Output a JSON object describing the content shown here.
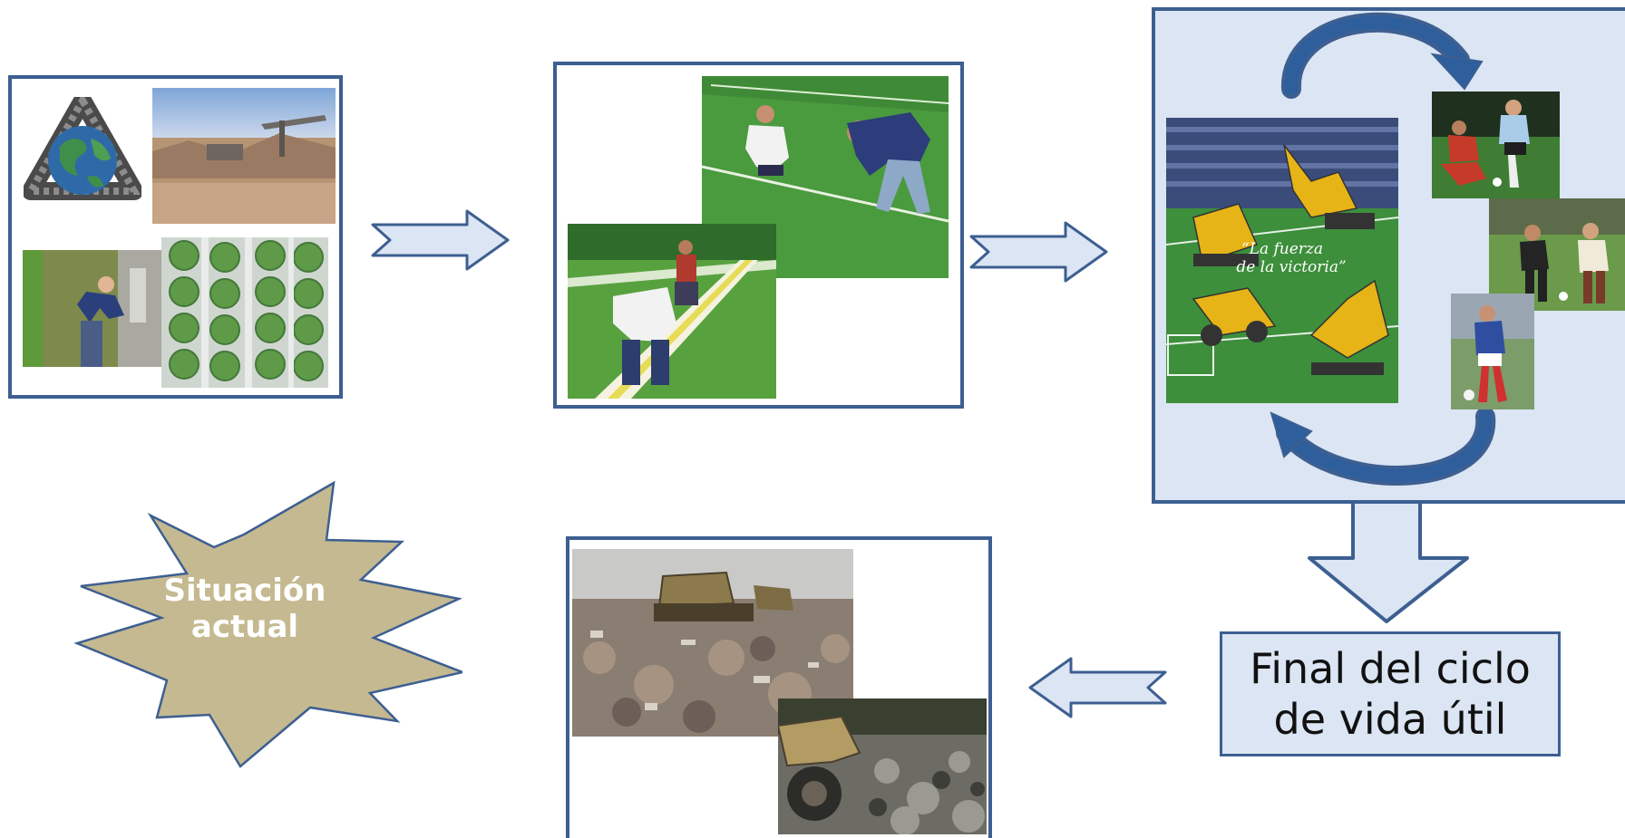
{
  "diagram": {
    "burst": {
      "label_line1": "Situación",
      "label_line2": "actual"
    },
    "end_of_life": {
      "line1": "Final del ciclo",
      "line2": "de vida útil"
    },
    "stages": [
      {
        "id": "production",
        "images": [
          "recycle-globe-icon",
          "quarry-photo",
          "turf-machine-worker-photo",
          "turf-rolls-photo"
        ]
      },
      {
        "id": "installation",
        "images": [
          "turf-inspection-photo",
          "line-marking-photo"
        ]
      },
      {
        "id": "use",
        "images": [
          "stadium-poster-photo",
          "soccer-player-photo-1",
          "soccer-player-photo-2",
          "soccer-player-photo-3"
        ]
      },
      {
        "id": "landfill",
        "images": [
          "landfill-bulldozer-photo",
          "landfill-loader-photo"
        ]
      }
    ],
    "poster_text": {
      "line1": "“La fuerza",
      "line2": "de la victoria”"
    },
    "colors": {
      "border": "#3d5f91",
      "arrow_fill": "#dbe5f3",
      "panel_fill": "#dbe5f3",
      "burst_fill": "#c4b990",
      "burst_text": "#ffffff"
    }
  }
}
